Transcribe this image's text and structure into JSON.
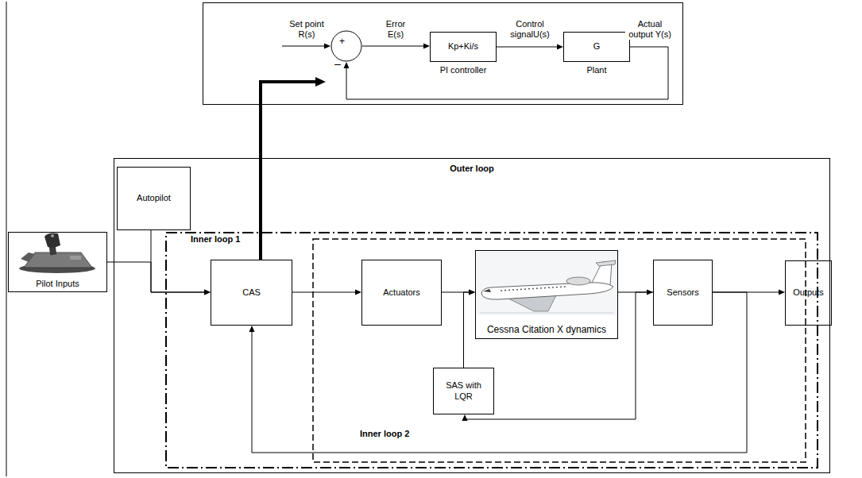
{
  "diagram": {
    "nodes": [
      {
        "text": []
      },
      {
        "text": [
          "+"
        ],
        "in": 0
      },
      {
        "text": [
          "Kp+Ki/s",
          "PI controller"
        ],
        "in": 0
      },
      {
        "text": [
          "G",
          "Plant"
        ],
        "in": 0
      },
      {
        "text": [
          "Pilot Inputs"
        ]
      },
      {
        "text": [
          "Outer loop"
        ]
      },
      {
        "text": [
          "Autopilot"
        ],
        "in": 5
      },
      {
        "text": [
          "Inner loop 1"
        ],
        "in": 5
      },
      {
        "text": [
          "CAS"
        ],
        "in": 7
      },
      {
        "text": [
          "Inner loop 2"
        ],
        "in": 7
      },
      {
        "text": [
          "Actuators"
        ],
        "in": 9
      },
      {
        "text": [
          "Cessna Citation X dynamics"
        ],
        "in": 9
      },
      {
        "text": [
          "SAS with LQR"
        ],
        "in": 9
      },
      {
        "text": [
          "Sensors"
        ],
        "in": 9
      },
      {
        "text": [
          "Outputs"
        ]
      }
    ],
    "edges": [
      {
        "from": 1,
        "to": 2,
        "arrow": "to",
        "label": "Error E(s)"
      },
      {
        "from": 2,
        "to": 3,
        "arrow": "to",
        "label": "Control signalU(s)"
      },
      {
        "from": 3,
        "to": 1,
        "arrow": "to",
        "label": "Actual output Y(s)"
      },
      {
        "from": 8,
        "to": 0,
        "arrow": "to"
      },
      {
        "from": 4,
        "to": 8,
        "arrow": "to"
      },
      {
        "from": 6,
        "to": 8,
        "arrow": "to"
      },
      {
        "from": 8,
        "to": 10,
        "arrow": "to"
      },
      {
        "from": 10,
        "to": 11,
        "arrow": "to"
      },
      {
        "from": 12,
        "to": 11,
        "arrow": "to"
      },
      {
        "from": 11,
        "to": 13,
        "arrow": "to"
      },
      {
        "from": 13,
        "to": 14,
        "arrow": "to"
      },
      {
        "from": 13,
        "to": 12,
        "arrow": "to"
      },
      {
        "from": 13,
        "to": 8,
        "arrow": "to"
      }
    ],
    "labels": [
      "Set point R(s)",
      "–"
    ]
  }
}
